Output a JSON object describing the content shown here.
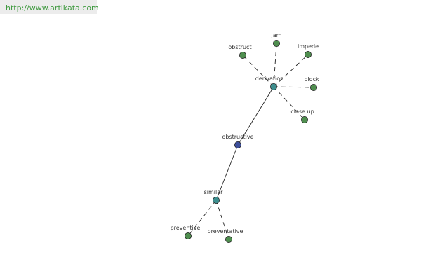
{
  "header": {
    "site_url": "http://www.artikata.com"
  },
  "graph": {
    "colors": {
      "center": "#3d4f9a",
      "hub": "#3d8e8e",
      "leaf": "#4f8e4f",
      "stroke": "#222222",
      "edge": "#222222"
    },
    "nodes": [
      {
        "id": "obstructive",
        "label": "obstructive",
        "kind": "center"
      },
      {
        "id": "derivation",
        "label": "derivation",
        "kind": "hub"
      },
      {
        "id": "similar",
        "label": "similar",
        "kind": "hub"
      },
      {
        "id": "obstruct",
        "label": "obstruct",
        "kind": "leaf"
      },
      {
        "id": "jam",
        "label": "jam",
        "kind": "leaf"
      },
      {
        "id": "impede",
        "label": "impede",
        "kind": "leaf"
      },
      {
        "id": "block",
        "label": "block",
        "kind": "leaf"
      },
      {
        "id": "close-up",
        "label": "close up",
        "kind": "leaf"
      },
      {
        "id": "preventive",
        "label": "preventive",
        "kind": "leaf"
      },
      {
        "id": "preventative",
        "label": "preventative",
        "kind": "leaf"
      }
    ],
    "edges": [
      {
        "from": "obstructive",
        "to": "derivation",
        "style": "solid"
      },
      {
        "from": "obstructive",
        "to": "similar",
        "style": "solid"
      },
      {
        "from": "derivation",
        "to": "obstruct",
        "style": "dashed"
      },
      {
        "from": "derivation",
        "to": "jam",
        "style": "dashed"
      },
      {
        "from": "derivation",
        "to": "impede",
        "style": "dashed"
      },
      {
        "from": "derivation",
        "to": "block",
        "style": "dashed"
      },
      {
        "from": "derivation",
        "to": "close-up",
        "style": "dashed"
      },
      {
        "from": "similar",
        "to": "preventive",
        "style": "dashed"
      },
      {
        "from": "similar",
        "to": "preventative",
        "style": "dashed"
      }
    ]
  }
}
